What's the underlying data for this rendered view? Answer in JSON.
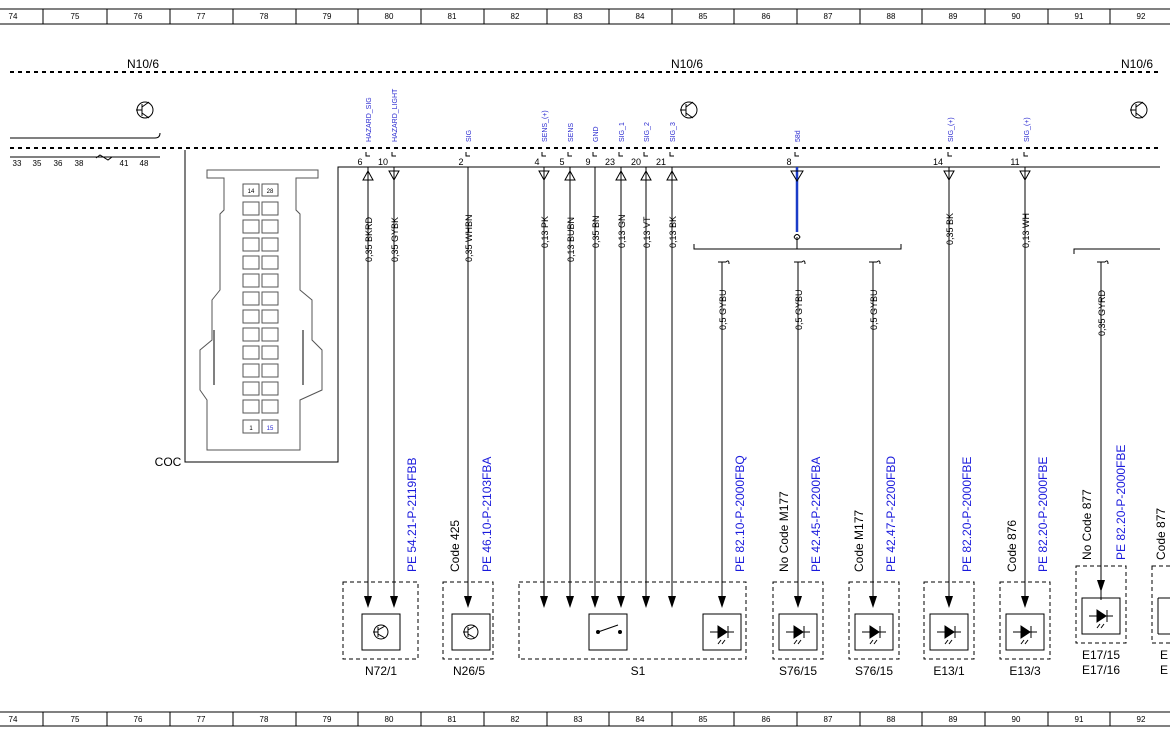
{
  "ruler": [
    "74",
    "75",
    "76",
    "77",
    "78",
    "79",
    "80",
    "81",
    "82",
    "83",
    "84",
    "85",
    "86",
    "87",
    "88",
    "89",
    "90",
    "91",
    "92"
  ],
  "connector_labels": [
    "N10/6",
    "N10/6",
    "N10/6"
  ],
  "left_pins": [
    "33",
    "35",
    "36",
    "38",
    "41",
    "48"
  ],
  "coc_connector": {
    "label": "COC",
    "pin_top_left": "14",
    "pin_top_right": "28",
    "pin_bottom_left": "1",
    "pin_bottom_right": "15"
  },
  "pins": [
    {
      "sig": "HAZARD_SIG",
      "pin": "6",
      "wire": "0,35 BKRD",
      "dir": "up"
    },
    {
      "sig": "HAZARD_LIGHT",
      "pin": "10",
      "wire": "0,35 GYBK",
      "dir": "down"
    },
    {
      "sig": "SIG",
      "pin": "2",
      "wire": "0,35 WHBN",
      "dir": "none"
    },
    {
      "sig": "SENS_(+)",
      "pin": "4",
      "wire": "0,13 PK",
      "dir": "down"
    },
    {
      "sig": "SENS",
      "pin": "5",
      "wire": "0,13 BUBN",
      "dir": "up"
    },
    {
      "sig": "GND",
      "pin": "9",
      "wire": "0,35 BN",
      "dir": "none"
    },
    {
      "sig": "SIG_1",
      "pin": "23",
      "wire": "0,13 GN",
      "dir": "up"
    },
    {
      "sig": "SIG_2",
      "pin": "20",
      "wire": "0,13 VT",
      "dir": "up"
    },
    {
      "sig": "SIG_3",
      "pin": "21",
      "wire": "0,13 BK",
      "dir": "up"
    },
    {
      "sig": "58d",
      "pin": "8",
      "wire": "",
      "dir": "down"
    },
    {
      "sig": "SIG_(+)",
      "pin": "14",
      "wire": "0,35 BK",
      "dir": "down"
    },
    {
      "sig": "SIG_(+)",
      "pin": "11",
      "wire": "0,13 WH",
      "dir": "down"
    }
  ],
  "branch_wires": [
    "0,5 GYBU",
    "0,5 GYBU",
    "0,5 GYBU",
    "0,35 GYRD"
  ],
  "references": [
    "PE 54.21-P-2119FBB",
    "PE 46.10-P-2103FBA",
    "PE 82.10-P-2000FBQ",
    "PE 42.45-P-2200FBA",
    "PE 42.47-P-2200FBD",
    "PE 82.20-P-2000FBE",
    "PE 82.20-P-2000FBE",
    "PE 82.20-P-2000FBE"
  ],
  "codes": [
    "Code 425",
    "No Code M177",
    "Code M177",
    "Code 876",
    "No Code 877",
    "Code 877"
  ],
  "components": [
    "N72/1",
    "N26/5",
    "S1",
    "S76/15",
    "S76/15",
    "E13/1",
    "E13/3",
    "E17/15",
    "E17/16",
    "E",
    "E"
  ]
}
